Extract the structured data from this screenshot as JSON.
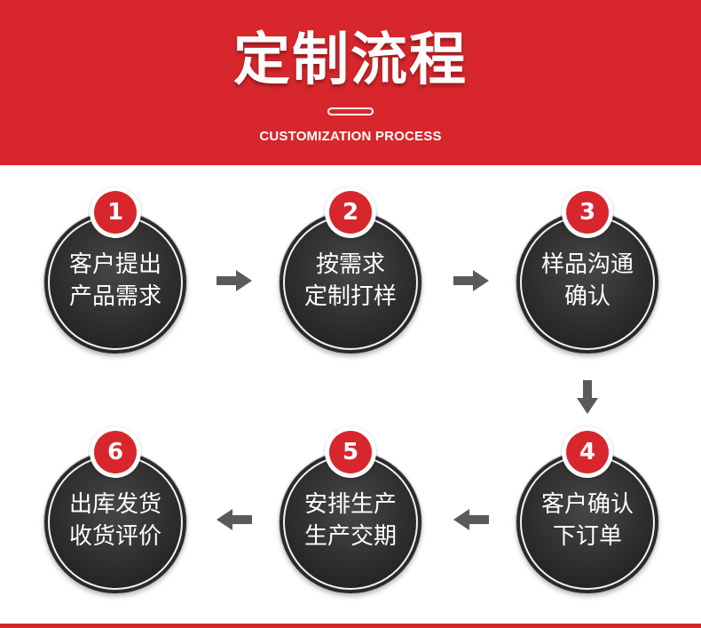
{
  "header": {
    "title": "定制流程",
    "subtitle": "CUSTOMIZATION PROCESS"
  },
  "colors": {
    "accent": "#d7272c",
    "disc": "#2e2e2e",
    "arrow": "#5a5a5a"
  },
  "steps": [
    {
      "number": "1",
      "line1": "客户提出",
      "line2": "产品需求"
    },
    {
      "number": "2",
      "line1": "按需求",
      "line2": "定制打样"
    },
    {
      "number": "3",
      "line1": "样品沟通",
      "line2": "确认"
    },
    {
      "number": "4",
      "line1": "客户确认",
      "line2": "下订单"
    },
    {
      "number": "5",
      "line1": "安排生产",
      "line2": "生产交期"
    },
    {
      "number": "6",
      "line1": "出库发货",
      "line2": "收货评价"
    }
  ],
  "icons": {
    "arrow_right": "arrow-right-icon",
    "arrow_down": "arrow-down-icon",
    "arrow_left": "arrow-left-icon"
  }
}
